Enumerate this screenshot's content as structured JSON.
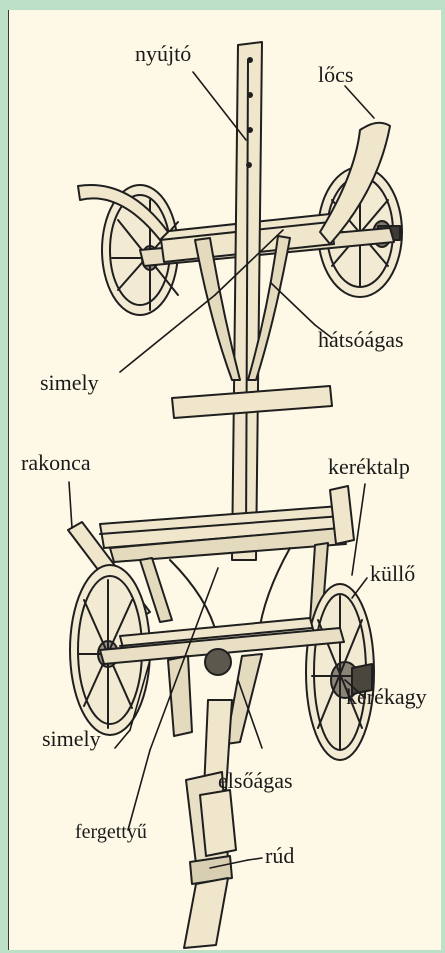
{
  "colors": {
    "background": "#bde0c8",
    "paper": "#fdf9e6",
    "ink": "#1a1a1a"
  },
  "labels": {
    "nyujto": "nyújtó",
    "locs": "lőcs",
    "hatsoagas": "hátsóágas",
    "simely_top": "simely",
    "rakonca": "rakonca",
    "kerektalp": "keréktalp",
    "kullo": "küllő",
    "kerekagy": "kerékagy",
    "simely_bottom": "simely",
    "elsoagas": "elsőágas",
    "fergettyu": "fergettyű",
    "rud": "rúd"
  }
}
